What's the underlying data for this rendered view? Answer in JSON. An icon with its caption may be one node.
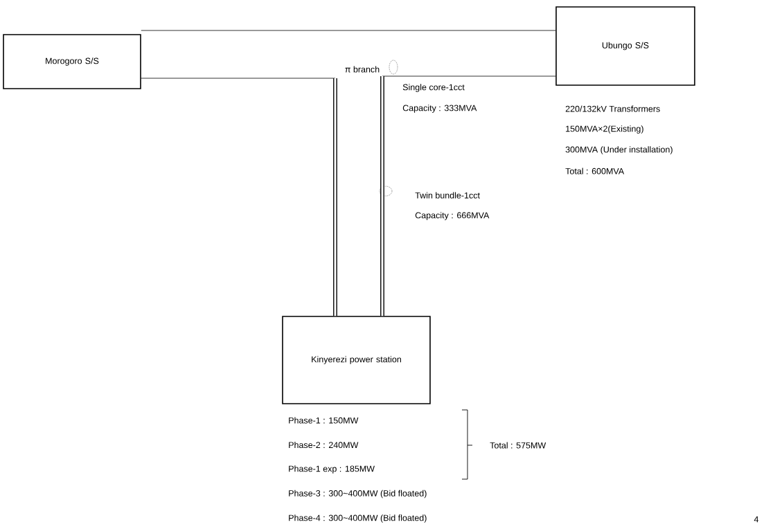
{
  "diagram": {
    "nodes": [
      {
        "text": [
          "Morogoro S/S"
        ]
      },
      {
        "text": [
          "Ubungo S/S"
        ],
        "beside": [
          "220/132kV Transformers",
          "150MVA×2(Existing)",
          "300MVA (Under installation)",
          "Total : 600MVA"
        ]
      },
      {
        "text": [
          "Kinyerezi power station"
        ],
        "beside": [
          "Phase-1 : 150MW",
          "Phase-2 : 240MW",
          "Phase-1 exp : 185MW",
          "Phase-3 : 300~400MW (Bid floated)",
          "Phase-4 : 300~400MW (Bid floated)"
        ]
      }
    ],
    "edges": [
      {
        "from": 0,
        "to": 1,
        "arrow": "none"
      },
      {
        "from": 0,
        "to": 2,
        "arrow": "none"
      },
      {
        "from": 1,
        "to": 2,
        "arrow": "none"
      }
    ],
    "labels": [
      "π branch",
      "Single core-1cct",
      "Capacity : 333MVA",
      "Twin bundle-1cct",
      "Capacity : 666MVA",
      "Total : 575MW",
      "4"
    ]
  }
}
